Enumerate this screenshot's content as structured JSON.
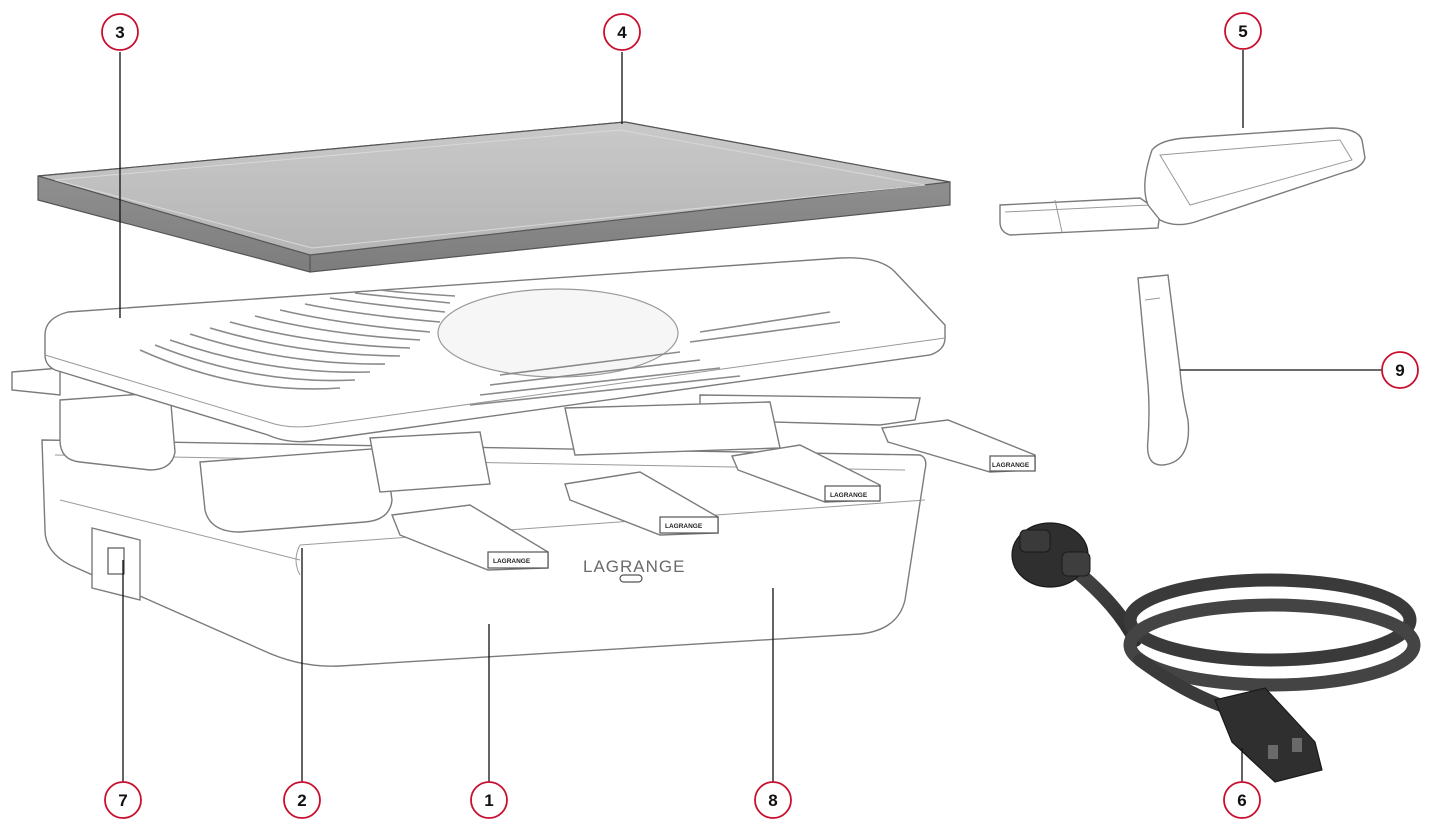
{
  "brand_label": "LAGRANGE",
  "handle_label": "LAGRANGE",
  "accent_color": "#c8102e",
  "callouts": [
    {
      "number": "1",
      "part": "base"
    },
    {
      "number": "2",
      "part": "pan-tray"
    },
    {
      "number": "3",
      "part": "grill-plate"
    },
    {
      "number": "4",
      "part": "stone-plate"
    },
    {
      "number": "5",
      "part": "raclette-pan"
    },
    {
      "number": "6",
      "part": "power-cord"
    },
    {
      "number": "7",
      "part": "power-switch"
    },
    {
      "number": "8",
      "part": "housing"
    },
    {
      "number": "9",
      "part": "spatula"
    }
  ]
}
